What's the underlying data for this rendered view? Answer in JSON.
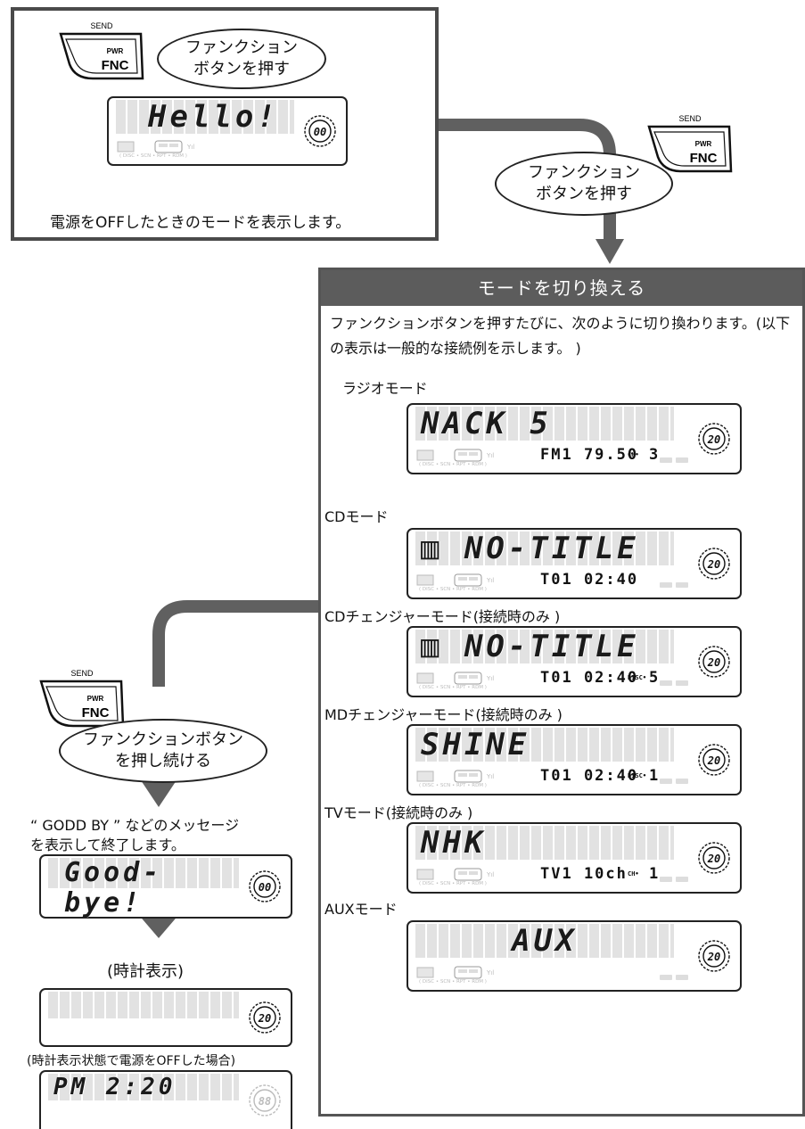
{
  "keys": {
    "send": "SEND",
    "pwr": "PWR",
    "fnc": "FNC"
  },
  "top": {
    "bubble_line1": "ファンクション",
    "bubble_line2": "ボタンを押す",
    "lcd_main": "Hello!",
    "lcd_dial": "00",
    "caption": "電源をOFFしたときのモードを表示します。"
  },
  "right_bubble": {
    "line1": "ファンクション",
    "line2": "ボタンを押す"
  },
  "panel": {
    "header": "モードを切り換える",
    "intro": "ファンクションボタンを押すたびに、次のように切り換わります。(以下の表示は一般的な接続例を示します。 )"
  },
  "modes": [
    {
      "label": "ラジオモード",
      "main": "NACK 5",
      "sub": "FM1 79.50",
      "tail_label": "CH•",
      "tail": "3",
      "dial": "20"
    },
    {
      "label": "CDモード",
      "main": "▥ NO-TITLE",
      "sub": "T01 02:40",
      "tail_label": "",
      "tail": "",
      "dial": "20"
    },
    {
      "label": "CDチェンジャーモード(接続時のみ )",
      "main": "▥ NO-TITLE",
      "sub": "T01 02:40",
      "tail_label": "DISC•",
      "tail": "5",
      "dial": "20"
    },
    {
      "label": "MDチェンジャーモード(接続時のみ )",
      "main": "SHINE",
      "sub": "T01 02:40",
      "tail_label": "DISC•",
      "tail": "1",
      "dial": "20"
    },
    {
      "label": "TVモード(接続時のみ )",
      "main": "NHK",
      "sub": "TV1 10ch",
      "tail_label": "CH•",
      "tail": "1",
      "dial": "20"
    },
    {
      "label": "AUXモード",
      "main": "AUX",
      "sub": "",
      "tail_label": "",
      "tail": "",
      "dial": "20"
    }
  ],
  "left": {
    "bubble_line1": "ファンクションボタン",
    "bubble_line2": "を押し続ける",
    "msg_line1": "“ GODD BY ” などのメッセージ",
    "msg_line2": "を表示して終了します。",
    "goodbye_main": "Good-bye!",
    "goodbye_dial": "00",
    "clock_label": "(時計表示)",
    "clock_dial": "20",
    "off_label": "(時計表示状態で電源をOFFした場合)",
    "off_main": "PM  2:20",
    "off_dial": "88"
  },
  "colors": {
    "arrow": "#606060",
    "frame": "#4a4a4a",
    "header_bg": "#5c5c5c"
  }
}
